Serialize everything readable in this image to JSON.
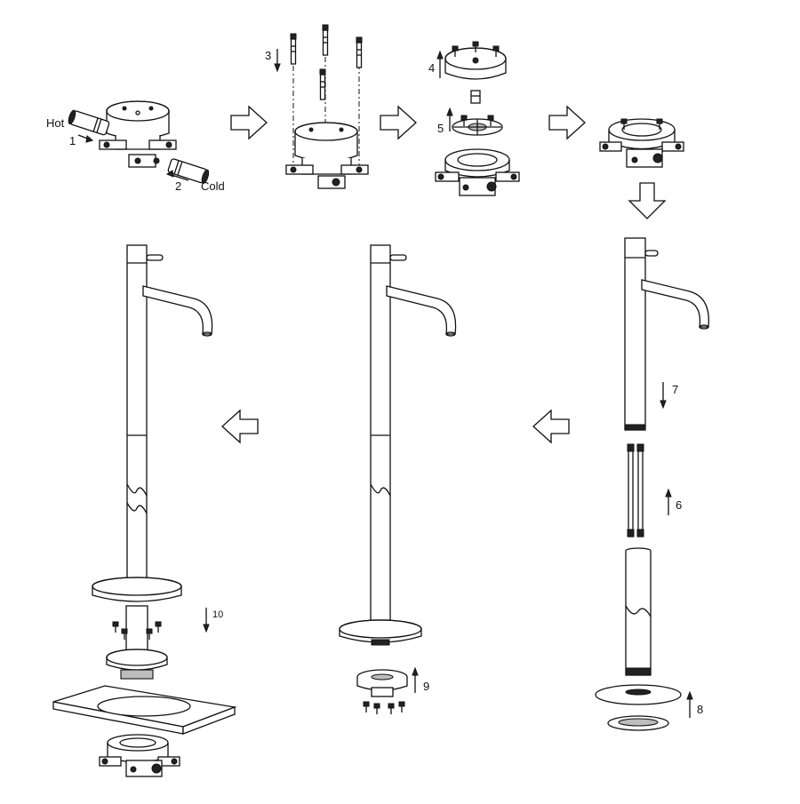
{
  "labels": {
    "hot": "Hot",
    "cold": "Cold"
  },
  "steps": {
    "s1": "1",
    "s2": "2",
    "s3": "3",
    "s4": "4",
    "s5": "5",
    "s6": "6",
    "s7": "7",
    "s8": "8",
    "s9": "9",
    "s10": "10"
  }
}
